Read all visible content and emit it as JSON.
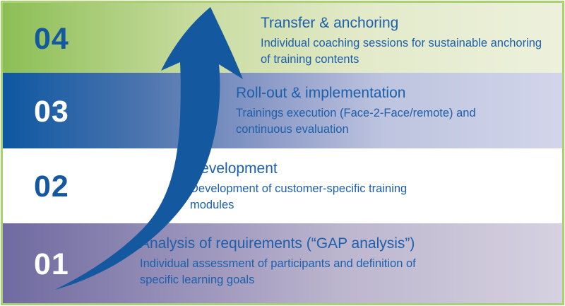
{
  "diagram": {
    "type": "process-steps",
    "arrow_color": "#14589F",
    "border_color": "#A6D36F",
    "title_color": "#1C5FAB",
    "steps": [
      {
        "number": "04",
        "title": "Transfer & anchoring",
        "description": "Individual coaching sessions for sustainable anchoring of training contents",
        "band_colors": [
          "#8CBE55",
          "#EDF1DC"
        ],
        "number_color": "#14589F"
      },
      {
        "number": "03",
        "title": "Roll-out & implementation",
        "description": "Trainings execution (Face-2-Face/remote) and continuous evaluation",
        "band_colors": [
          "#0D57A2",
          "#D2D5EA"
        ],
        "number_color": "#FFFFFF"
      },
      {
        "number": "02",
        "title": "Development",
        "description": "Development of customer-specific training modules",
        "band_colors": [
          "#FFFFFF",
          "#FFFFFF"
        ],
        "number_color": "#14589F"
      },
      {
        "number": "01",
        "title": "Analysis of requirements (“GAP analysis”)",
        "description": "Individual assessment of participants and definition of specific learning goals",
        "band_colors": [
          "#6F6AA0",
          "#D6D1E0"
        ],
        "number_color": "#FFFFFF"
      }
    ]
  }
}
